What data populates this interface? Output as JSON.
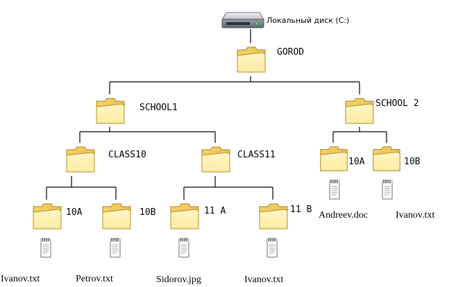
{
  "drive": {
    "label": "Локальный диск (C:)",
    "icon": "hard-drive-icon"
  },
  "root": {
    "label": "GOROD"
  },
  "schools": [
    {
      "label": "SCHOOL1"
    },
    {
      "label": "SCHOOL 2"
    }
  ],
  "classes": [
    {
      "label": "CLASS10"
    },
    {
      "label": "CLASS11"
    }
  ],
  "subfolders": [
    {
      "label": "10A"
    },
    {
      "label": "10B"
    },
    {
      "label": "11 A"
    },
    {
      "label": "11 B"
    },
    {
      "label": "10A"
    },
    {
      "label": "10B"
    }
  ],
  "files": [
    {
      "label": "Ivanov.txt"
    },
    {
      "label": "Petrov.txt"
    },
    {
      "label": "Sidorov.jpg"
    },
    {
      "label": "Ivanov.txt"
    },
    {
      "label": "Andreev.doc"
    },
    {
      "label": "Ivanov.txt"
    }
  ],
  "colors": {
    "folder_light": "#fdeb9c",
    "folder_dark": "#e2b84a",
    "line": "#000000"
  }
}
